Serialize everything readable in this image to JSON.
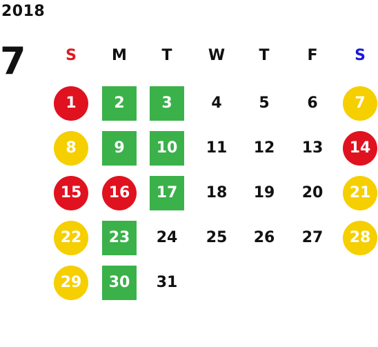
{
  "year": "2018",
  "month": "7",
  "weekdays": [
    {
      "label": "S",
      "color": "#e0191e"
    },
    {
      "label": "M",
      "color": "#111111"
    },
    {
      "label": "T",
      "color": "#111111"
    },
    {
      "label": "W",
      "color": "#111111"
    },
    {
      "label": "T",
      "color": "#111111"
    },
    {
      "label": "F",
      "color": "#111111"
    },
    {
      "label": "S",
      "color": "#1a1ad9"
    }
  ],
  "colors": {
    "red": "#e0121f",
    "yellow": "#f5cf00",
    "green": "#3bb14a"
  },
  "days": [
    {
      "label": "1",
      "mark": "red-circle"
    },
    {
      "label": "2",
      "mark": "green-square"
    },
    {
      "label": "3",
      "mark": "green-square"
    },
    {
      "label": "4",
      "mark": "none"
    },
    {
      "label": "5",
      "mark": "none"
    },
    {
      "label": "6",
      "mark": "none"
    },
    {
      "label": "7",
      "mark": "yellow-circle"
    },
    {
      "label": "8",
      "mark": "yellow-circle"
    },
    {
      "label": "9",
      "mark": "green-square"
    },
    {
      "label": "10",
      "mark": "green-square"
    },
    {
      "label": "11",
      "mark": "none"
    },
    {
      "label": "12",
      "mark": "none"
    },
    {
      "label": "13",
      "mark": "none"
    },
    {
      "label": "14",
      "mark": "red-circle"
    },
    {
      "label": "15",
      "mark": "red-circle"
    },
    {
      "label": "16",
      "mark": "red-circle"
    },
    {
      "label": "17",
      "mark": "green-square"
    },
    {
      "label": "18",
      "mark": "none"
    },
    {
      "label": "19",
      "mark": "none"
    },
    {
      "label": "20",
      "mark": "none"
    },
    {
      "label": "21",
      "mark": "yellow-circle"
    },
    {
      "label": "22",
      "mark": "yellow-circle"
    },
    {
      "label": "23",
      "mark": "green-square"
    },
    {
      "label": "24",
      "mark": "none"
    },
    {
      "label": "25",
      "mark": "none"
    },
    {
      "label": "26",
      "mark": "none"
    },
    {
      "label": "27",
      "mark": "none"
    },
    {
      "label": "28",
      "mark": "yellow-circle"
    },
    {
      "label": "29",
      "mark": "yellow-circle"
    },
    {
      "label": "30",
      "mark": "green-square"
    },
    {
      "label": "31",
      "mark": "none"
    }
  ]
}
